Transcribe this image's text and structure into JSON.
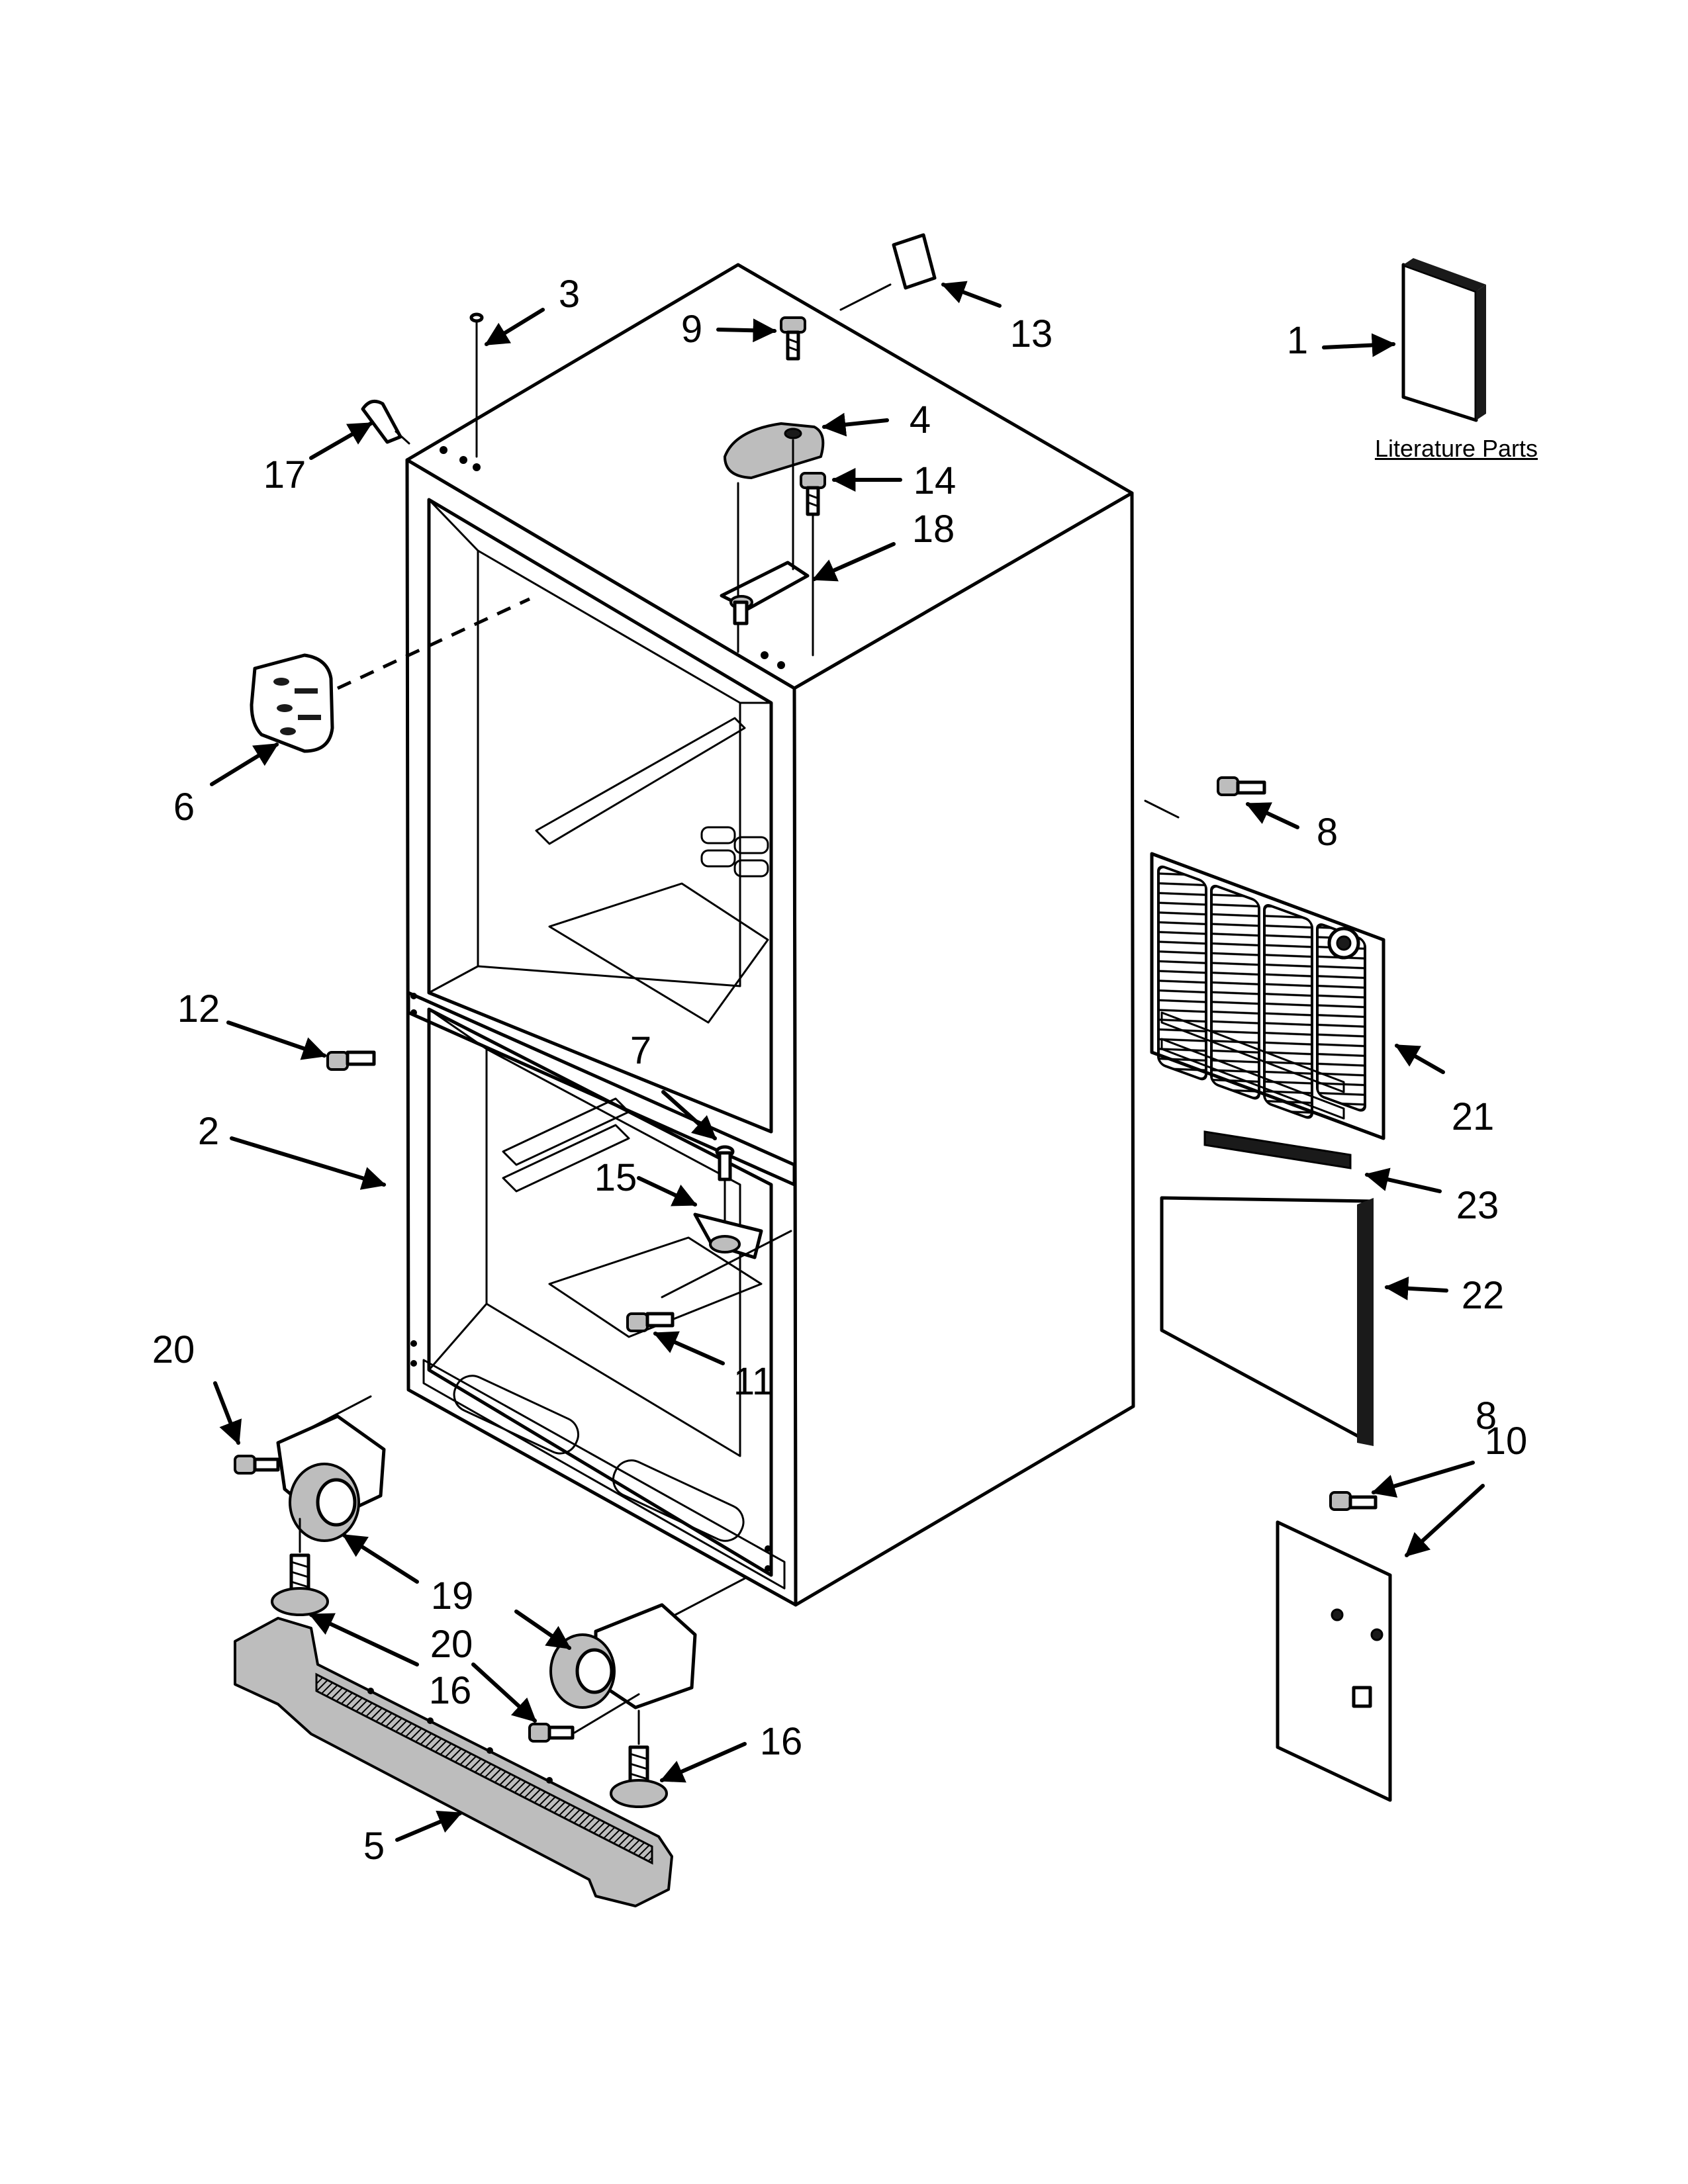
{
  "callouts": {
    "c1": "1",
    "c2": "2",
    "c3": "3",
    "c4": "4",
    "c5": "5",
    "c6": "6",
    "c7": "7",
    "c8a": "8",
    "c8b": "8",
    "c9": "9",
    "c10": "10",
    "c11": "11",
    "c12": "12",
    "c13": "13",
    "c14": "14",
    "c15": "15",
    "c16a": "16",
    "c16b": "16",
    "c17": "17",
    "c18": "18",
    "c19": "19",
    "c20a": "20",
    "c20b": "20",
    "c21": "21",
    "c22": "22",
    "c23": "23"
  },
  "literature_label": "Literature Parts"
}
